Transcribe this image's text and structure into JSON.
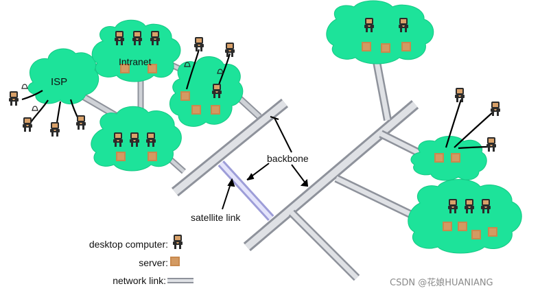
{
  "labels": {
    "isp": "ISP",
    "intranet": "Intranet",
    "backbone": "backbone",
    "satellite_link": "satellite link"
  },
  "legend": {
    "desktop_computer": "desktop computer:",
    "server": "server:",
    "network_link": "network link:"
  },
  "watermark": "CSDN @花娘HUANIANG",
  "colors": {
    "cloud": "#1de39a",
    "cloud_stroke": "#12b97b",
    "link": "#b9bcc4",
    "link_dark": "#8e929b",
    "satellite": "#c9c9f2",
    "server": "#c8894e",
    "computer_body": "#2b2b2b",
    "computer_skin": "#d9a169",
    "text": "#111111",
    "watermark": "#8a8a8a"
  },
  "icons": [
    "desktop-computer-icon",
    "server-icon",
    "network-link-icon",
    "phone-icon"
  ]
}
